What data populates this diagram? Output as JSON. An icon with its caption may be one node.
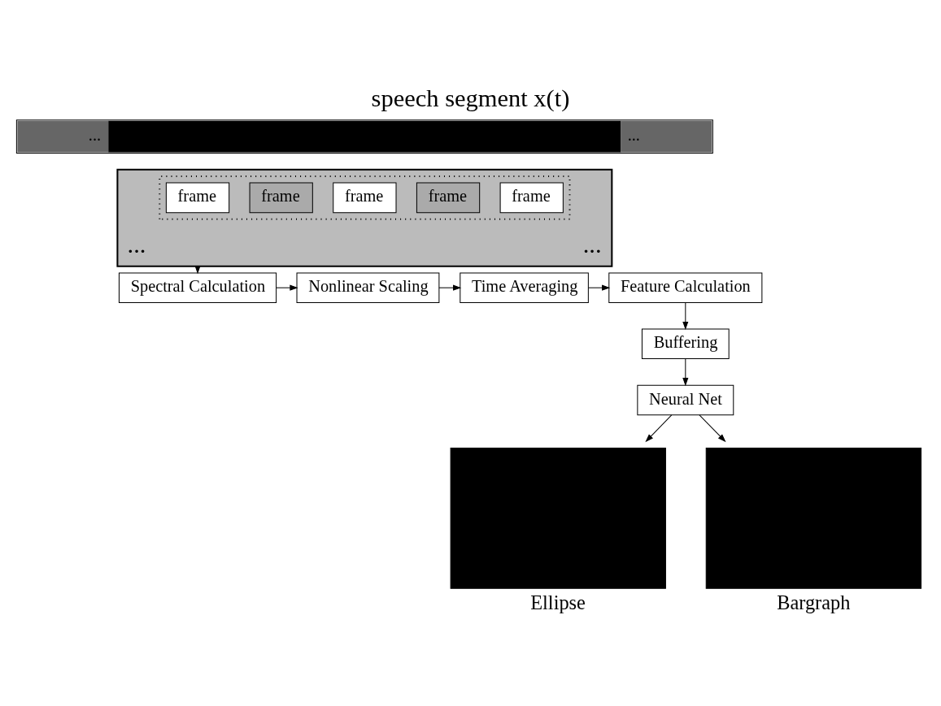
{
  "diagram": {
    "title": "speech segment x(t)",
    "nodes": [
      {
        "text": [
          "...",
          "..."
        ]
      },
      {
        "text": [
          "...",
          "..."
        ]
      },
      {
        "text": [],
        "shape": "box",
        "in": 1
      },
      {
        "text": [
          "frame"
        ],
        "in": 2
      },
      {
        "text": [
          "frame"
        ],
        "in": 2
      },
      {
        "text": [
          "frame"
        ],
        "in": 2
      },
      {
        "text": [
          "frame"
        ],
        "in": 2
      },
      {
        "text": [
          "frame"
        ],
        "in": 2
      },
      {
        "text": [
          "Spectral Calculation"
        ]
      },
      {
        "text": [
          "Nonlinear Scaling"
        ]
      },
      {
        "text": [
          "Time Averaging"
        ]
      },
      {
        "text": [
          "Feature Calculation"
        ]
      },
      {
        "text": [
          "Buffering"
        ]
      },
      {
        "text": [
          "Neural Net"
        ]
      },
      {
        "text": [],
        "shape": "box",
        "beside": [
          "Ellipse"
        ]
      },
      {
        "text": [],
        "shape": "box",
        "beside": [
          "Bargraph"
        ]
      }
    ],
    "edges": [
      {
        "from": 1,
        "to": 8,
        "arrow": "to"
      },
      {
        "from": 8,
        "to": 9,
        "arrow": "to"
      },
      {
        "from": 9,
        "to": 10,
        "arrow": "to"
      },
      {
        "from": 10,
        "to": 11,
        "arrow": "to"
      },
      {
        "from": 11,
        "to": 12,
        "arrow": "to"
      },
      {
        "from": 12,
        "to": 13,
        "arrow": "to"
      },
      {
        "from": 13,
        "to": 14,
        "arrow": "to"
      },
      {
        "from": 13,
        "to": 15,
        "arrow": "to"
      }
    ]
  }
}
